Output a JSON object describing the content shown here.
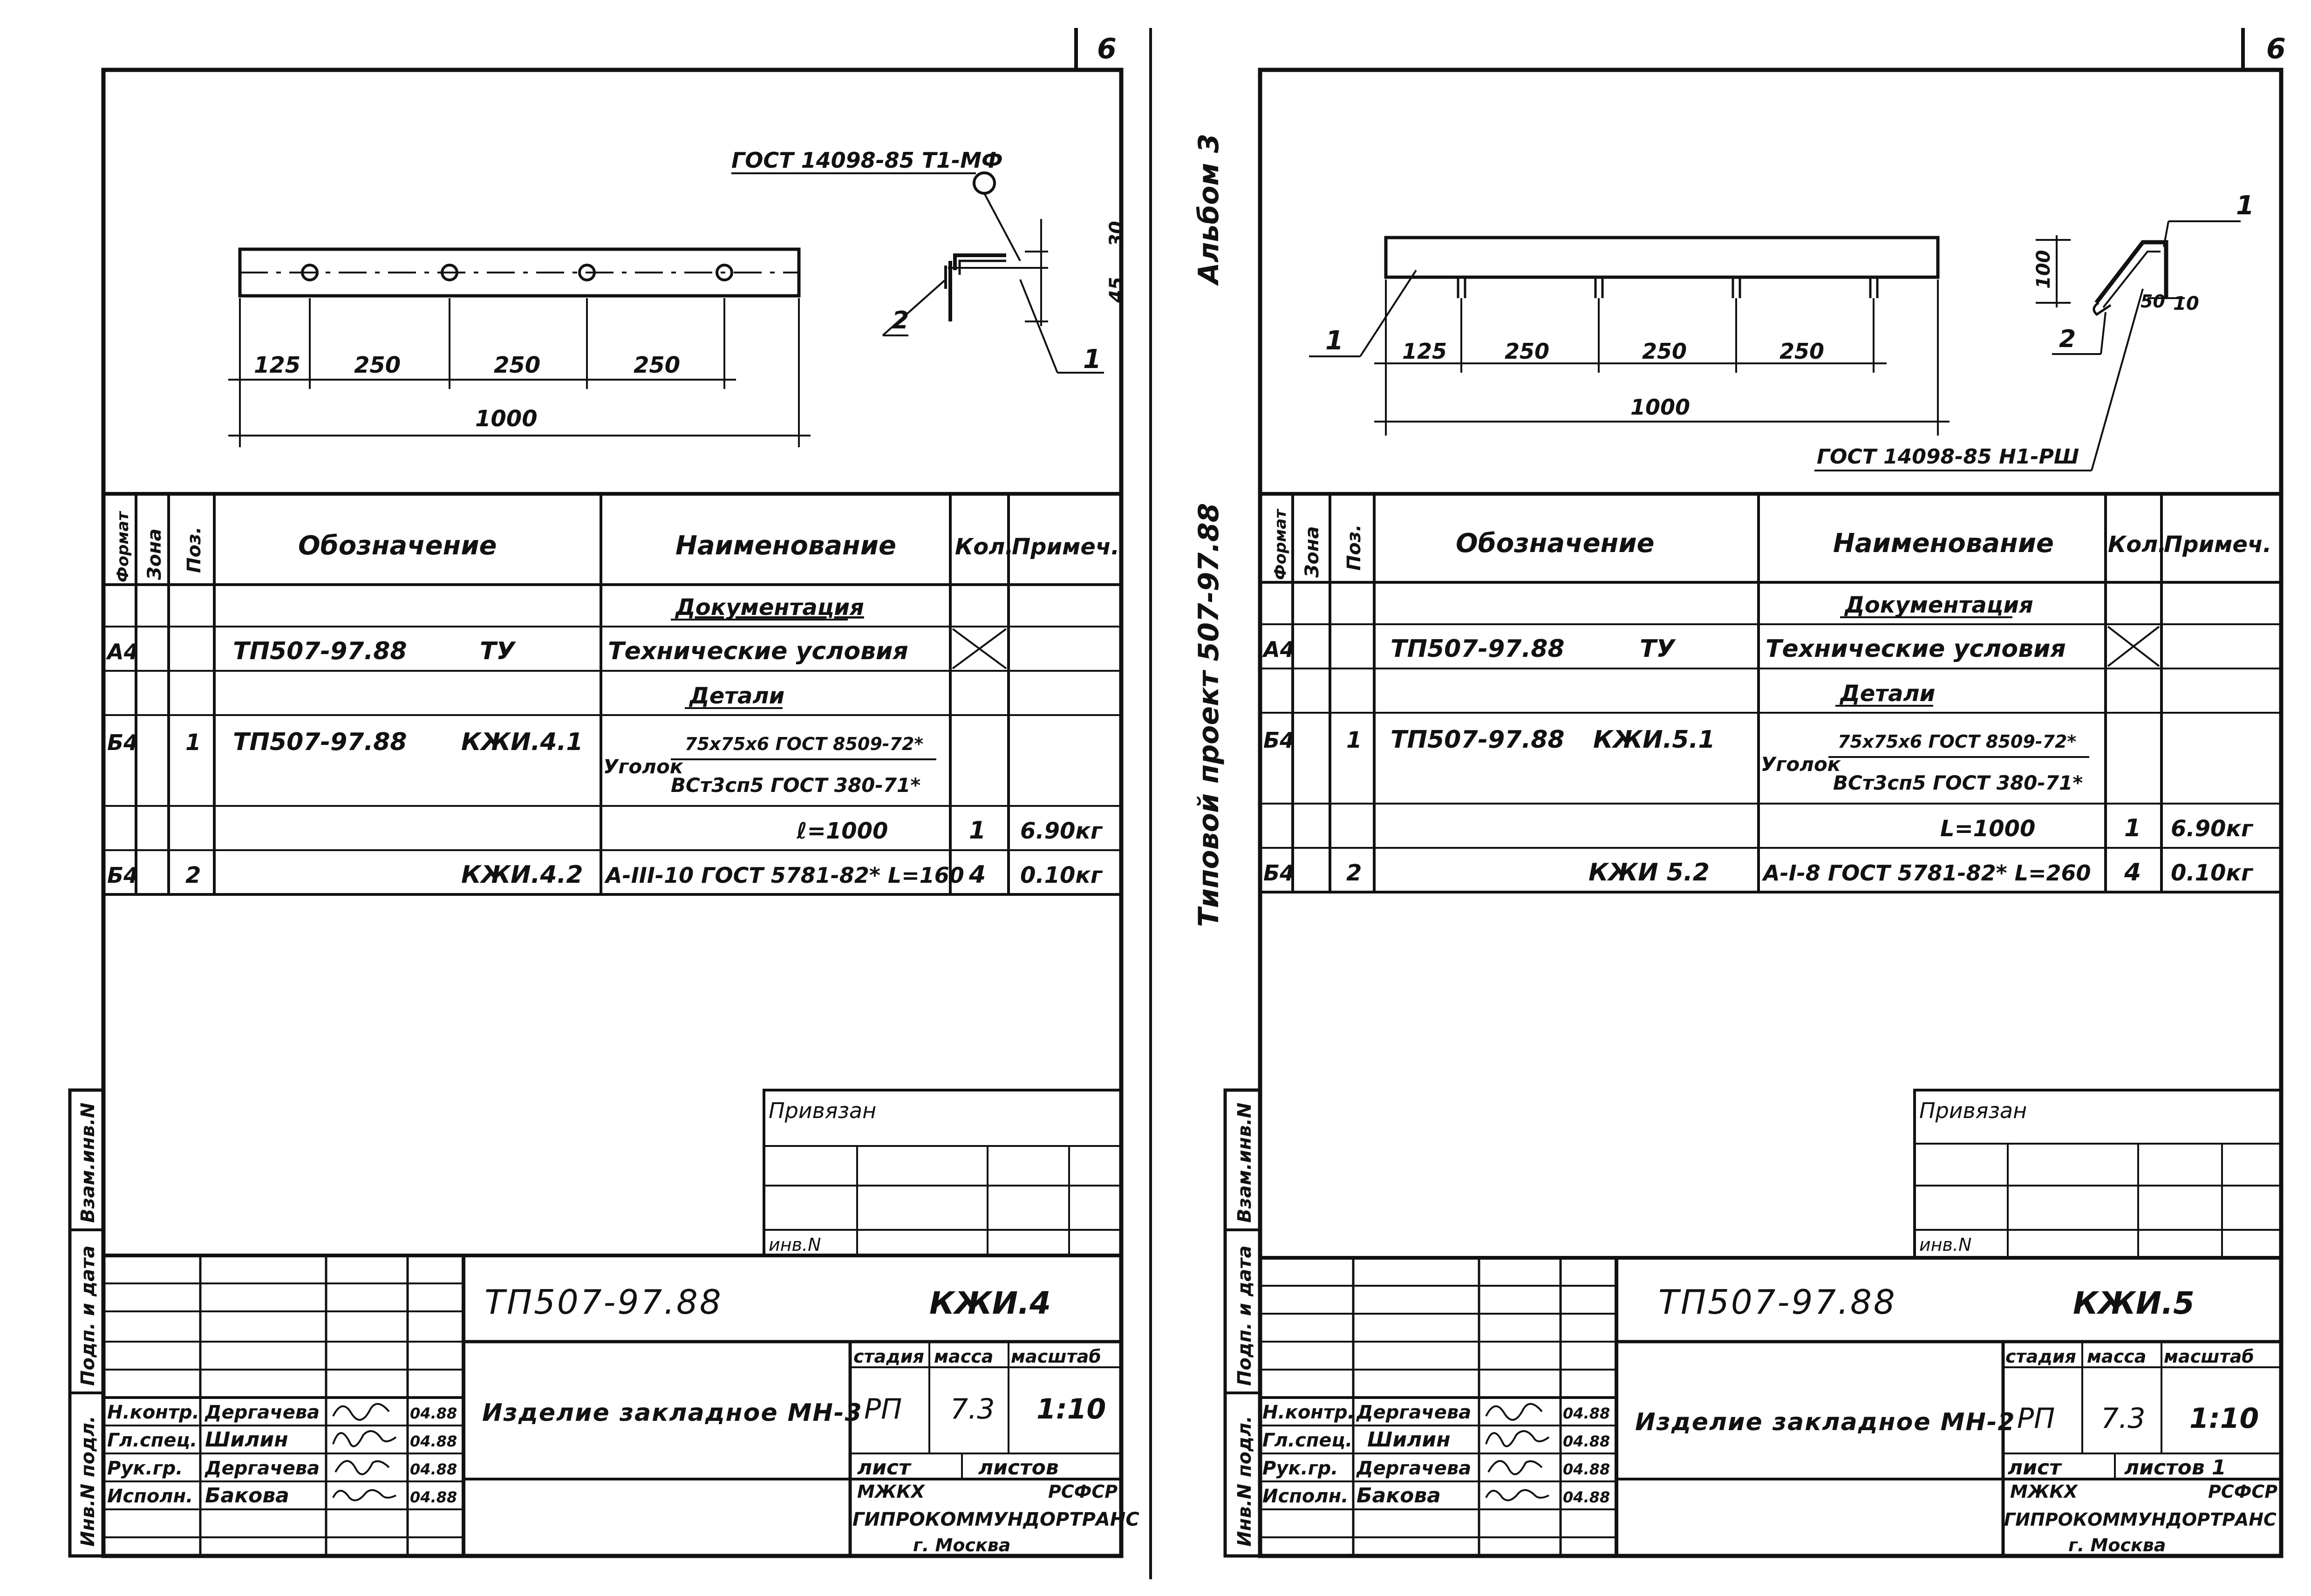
{
  "vertical_caption": {
    "album": "Альбом 3",
    "project": "Типовой проект 507-97.88"
  },
  "sheets": [
    {
      "sheet_number": "6",
      "drawing": {
        "gost_callout": "ГОСТ 14098-85 Т1-МФ",
        "dims": [
          "125",
          "250",
          "250",
          "250"
        ],
        "total": "1000",
        "section_dims": [
          "30",
          "45"
        ],
        "pos1": "1",
        "pos2": "2"
      },
      "spec": {
        "headers": [
          "Формат",
          "Зона",
          "Поз.",
          "Обозначение",
          "Наименование",
          "Кол.",
          "Примеч."
        ],
        "section_doc": "Документация",
        "section_parts": "Детали",
        "rows": [
          {
            "format": "А4",
            "pos": "",
            "designation_a": "ТП507-97.88",
            "designation_b": "ТУ",
            "name_a": "Технические условия",
            "name_b": "",
            "qty": "",
            "note": ""
          },
          {
            "format": "Б4",
            "pos": "1",
            "designation_a": "ТП507-97.88",
            "designation_b": "КЖИ.4.1",
            "name_a": "Уголок",
            "name_b": "75х75х6 ГОСТ 8509-72*",
            "name_c": "ВСт3сп5 ГОСТ 380-71*",
            "qty": "",
            "note": ""
          },
          {
            "format": "",
            "pos": "",
            "designation_a": "",
            "designation_b": "",
            "name_a": "ℓ=1000",
            "qty": "1",
            "note": "6.90кг"
          },
          {
            "format": "Б4",
            "pos": "2",
            "designation_a": "",
            "designation_b": "КЖИ.4.2",
            "name_a": "А-III-10 ГОСТ 5781-82* L=160",
            "qty": "4",
            "note": "0.10кг"
          }
        ]
      },
      "title_block": {
        "privyazan": "Привязан",
        "inv": "инв.N",
        "code": "ТП507-97.88",
        "sheet_code": "КЖИ.4",
        "item_name": "Изделие закладное МН-3",
        "stage_label": "стадия",
        "mass_label": "масса",
        "scale_label": "масштаб",
        "stage": "РП",
        "mass": "7.3",
        "scale": "1:10",
        "list_label": "лист",
        "lists_label": "листов",
        "org1": "МЖКХ",
        "org2": "РСФСР",
        "org3": "ГИПРОКОММУНДОРТРАНС",
        "org4": "г. Москва",
        "side_labels": [
          "Инв.N подл.",
          "Подп. и дата",
          "Взам.инв.N"
        ],
        "people": [
          {
            "role": "Н.контр.",
            "name": "Дергачева",
            "date": "04.88"
          },
          {
            "role": "Гл.спец.",
            "name": "Шилин",
            "date": "04.88"
          },
          {
            "role": "Рук.гр.",
            "name": "Дергачева",
            "date": "04.88"
          },
          {
            "role": "Исполн.",
            "name": "Бакова",
            "date": "04.88"
          }
        ]
      }
    },
    {
      "sheet_number": "6",
      "drawing": {
        "gost_callout": "ГОСТ 14098-85 Н1-РШ",
        "dims": [
          "125",
          "250",
          "250",
          "250"
        ],
        "total": "1000",
        "section_dims": [
          "100",
          "50",
          "10"
        ],
        "pos1": "1",
        "pos2": "2"
      },
      "spec": {
        "headers": [
          "Формат",
          "Зона",
          "Поз.",
          "Обозначение",
          "Наименование",
          "Кол.",
          "Примеч."
        ],
        "section_doc": "Документация",
        "section_parts": "Детали",
        "rows": [
          {
            "format": "А4",
            "pos": "",
            "designation_a": "ТП507-97.88",
            "designation_b": "ТУ",
            "name_a": "Технические условия",
            "name_b": "",
            "qty": "",
            "note": ""
          },
          {
            "format": "Б4",
            "pos": "1",
            "designation_a": "ТП507-97.88",
            "designation_b": "КЖИ.5.1",
            "name_a": "Уголок",
            "name_b": "75х75х6 ГОСТ 8509-72*",
            "name_c": "ВСт3сп5 ГОСТ 380-71*",
            "qty": "",
            "note": ""
          },
          {
            "format": "",
            "pos": "",
            "designation_a": "",
            "designation_b": "",
            "name_a": "L=1000",
            "qty": "1",
            "note": "6.90кг"
          },
          {
            "format": "Б4",
            "pos": "2",
            "designation_a": "",
            "designation_b": "КЖИ 5.2",
            "name_a": "А-I-8 ГОСТ 5781-82* L=260",
            "qty": "4",
            "note": "0.10кг"
          }
        ]
      },
      "title_block": {
        "privyazan": "Привязан",
        "inv": "инв.N",
        "code": "ТП507-97.88",
        "sheet_code": "КЖИ.5",
        "item_name": "Изделие закладное МН-2",
        "stage_label": "стадия",
        "mass_label": "масса",
        "scale_label": "масштаб",
        "stage": "РП",
        "mass": "7.3",
        "scale": "1:10",
        "list_label": "лист",
        "lists_label": "листов 1",
        "org1": "МЖКХ",
        "org2": "РСФСР",
        "org3": "ГИПРОКОММУНДОРТРАНС",
        "org4": "г. Москва",
        "side_labels": [
          "Инв.N подл.",
          "Подп. и дата",
          "Взам.инв.N"
        ],
        "people": [
          {
            "role": "Н.контр.",
            "name": "Дергачева",
            "date": "04.88"
          },
          {
            "role": "Гл.спец.",
            "name": "Шилин",
            "date": "04.88"
          },
          {
            "role": "Рук.гр.",
            "name": "Дергачева",
            "date": "04.88"
          },
          {
            "role": "Исполн.",
            "name": "Бакова",
            "date": "04.88"
          }
        ]
      }
    }
  ]
}
